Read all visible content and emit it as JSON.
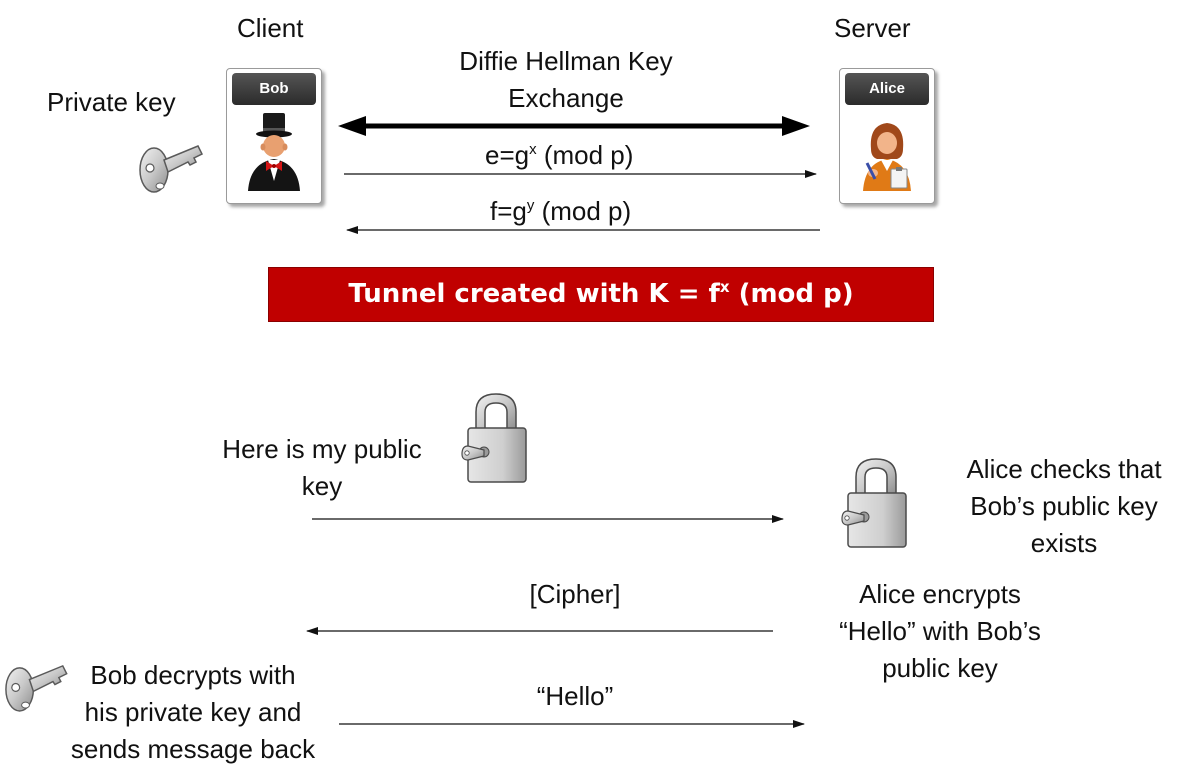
{
  "client": {
    "heading": "Client",
    "name": "Bob",
    "private_key_label": "Private key"
  },
  "server": {
    "heading": "Server",
    "name": "Alice"
  },
  "exchange": {
    "title_line1": "Diffie Hellman Key",
    "title_line2": "Exchange",
    "e_prefix": "e=g",
    "e_exp": "x",
    "e_suffix": " (mod p)",
    "f_prefix": "f=g",
    "f_exp": "y",
    "f_suffix": " (mod p)"
  },
  "tunnel": {
    "prefix": "Tunnel created with K = f",
    "exp": "x",
    "suffix": " (mod p)",
    "color": "#c00000"
  },
  "steps": {
    "public_key_line1": "Here is my public",
    "public_key_line2": "key",
    "alice_checks_line1": "Alice checks that",
    "alice_checks_line2": "Bob’s public key",
    "alice_checks_line3": "exists",
    "cipher_label": "[Cipher]",
    "alice_encrypts_line1": "Alice encrypts",
    "alice_encrypts_line2": "“Hello” with Bob’s",
    "alice_encrypts_line3": "public key",
    "hello_label": "“Hello”",
    "bob_decrypts_line1": "Bob decrypts with",
    "bob_decrypts_line2": "his private key and",
    "bob_decrypts_line3": "sends message back"
  },
  "icons": {
    "key": "key-icon",
    "padlock": "padlock-icon",
    "bob_avatar": "top-hat-man-icon",
    "alice_avatar": "woman-with-clipboard-icon"
  }
}
